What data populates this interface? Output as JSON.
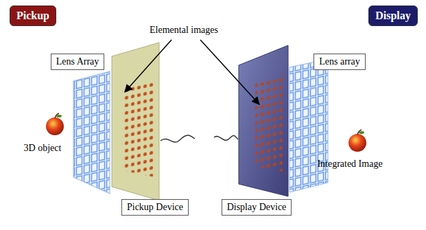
{
  "diagram": {
    "nodes": [
      {
        "text": [
          "Pickup"
        ]
      },
      {
        "text": [
          "Display"
        ]
      },
      {
        "text": [
          "Lens Array"
        ]
      },
      {
        "text": [
          "Lens array"
        ]
      },
      {
        "text": [
          "Pickup Device"
        ]
      },
      {
        "text": [
          "Display Device"
        ]
      }
    ],
    "labels": [
      "Elemental images",
      "3D object",
      "Integrated Image"
    ]
  }
}
